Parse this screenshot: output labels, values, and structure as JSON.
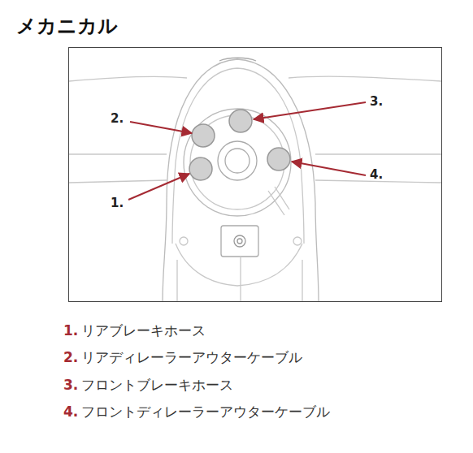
{
  "diagram": {
    "title": "メカニカル",
    "labels": [
      "2.",
      "3.",
      "4.",
      "1.",
      "1.",
      "リアブレーキホース",
      "2.",
      "リアディレーラーアウターケーブル",
      "3.",
      "フロントブレーキホース",
      "4.",
      "フロントディレーラーアウターケーブル"
    ]
  }
}
